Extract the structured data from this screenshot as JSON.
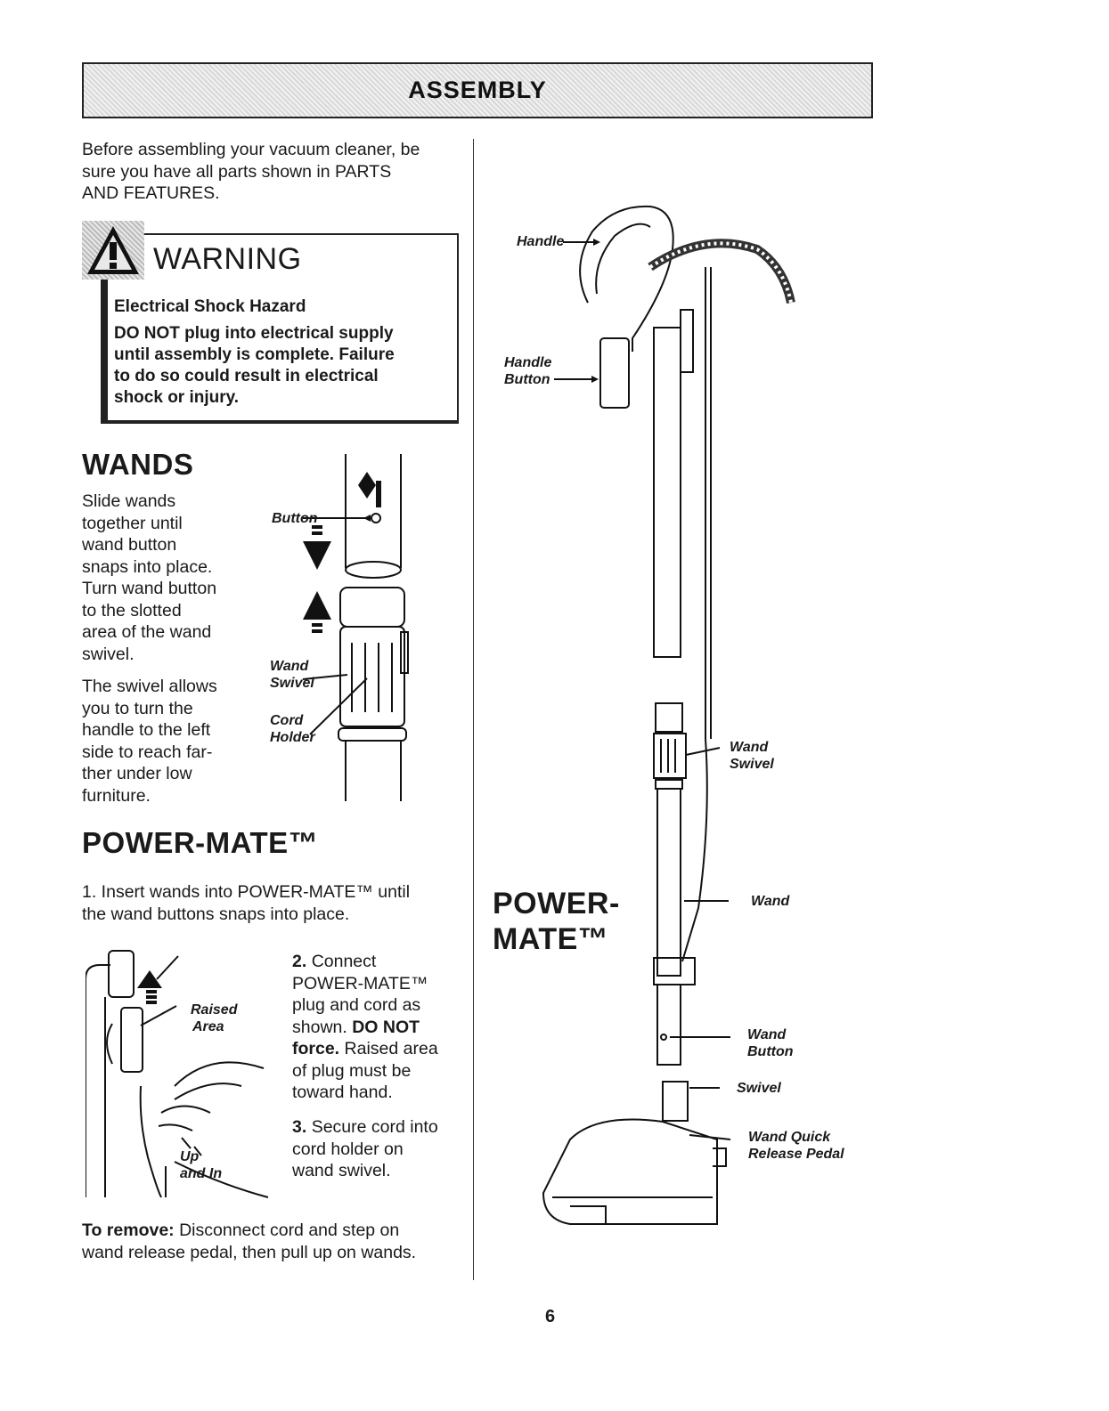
{
  "header": {
    "title": "ASSEMBLY"
  },
  "intro": {
    "line1": "Before assembling your vacuum cleaner, be",
    "line2": "sure you have all parts shown in PARTS",
    "line3": "AND FEATURES."
  },
  "warning": {
    "title": "WARNING",
    "subtitle": "Electrical Shock Hazard",
    "lines": [
      "DO NOT plug into electrical supply",
      "until assembly is complete. Failure",
      "to do so could result in electrical",
      "shock or injury."
    ]
  },
  "wands": {
    "heading": "WANDS",
    "para1": [
      "Slide wands",
      "together until",
      "wand button",
      "snaps into place.",
      "Turn wand button",
      "to the slotted",
      "area of the wand",
      "swivel."
    ],
    "para2": [
      "The swivel allows",
      "you to turn the",
      "handle to the left",
      "side to reach far-",
      "ther under low",
      "furniture."
    ],
    "labels": {
      "button": "Button",
      "wand_swivel_1": "Wand",
      "wand_swivel_2": "Swivel",
      "cord_holder_1": "Cord",
      "cord_holder_2": "Holder"
    }
  },
  "powermate": {
    "heading": "POWER-MATE™",
    "step1": [
      "1. Insert wands into POWER-MATE™ until",
      "the wand buttons snaps into place."
    ],
    "step2": {
      "num": "2.",
      "lines": [
        "Connect",
        "POWER-MATE™",
        "plug and cord as"
      ],
      "shown": "shown. ",
      "bold": "DO NOT",
      "bold2": "force.",
      "rest": [
        " Raised area",
        "of plug must be",
        "toward hand."
      ]
    },
    "step3": {
      "num": "3.",
      "lines": [
        "Secure cord into",
        "cord holder on",
        "wand swivel."
      ]
    },
    "labels": {
      "raised_1": "Raised",
      "raised_2": "Area",
      "up_1": "Up",
      "up_2": "and In"
    },
    "remove": {
      "bold": "To remove:",
      "line1": " Disconnect cord and step on",
      "line2": "wand release pedal, then pull up on wands."
    }
  },
  "diagram": {
    "handle": "Handle",
    "handle_button_1": "Handle",
    "handle_button_2": "Button",
    "wand_swivel_1": "Wand",
    "wand_swivel_2": "Swivel",
    "powermate_1": "POWER-",
    "powermate_2": "MATE™",
    "wand": "Wand",
    "wand_button_1": "Wand",
    "wand_button_2": "Button",
    "swivel": "Swivel",
    "pedal_1": "Wand Quick",
    "pedal_2": "Release Pedal"
  },
  "page_number": "6"
}
